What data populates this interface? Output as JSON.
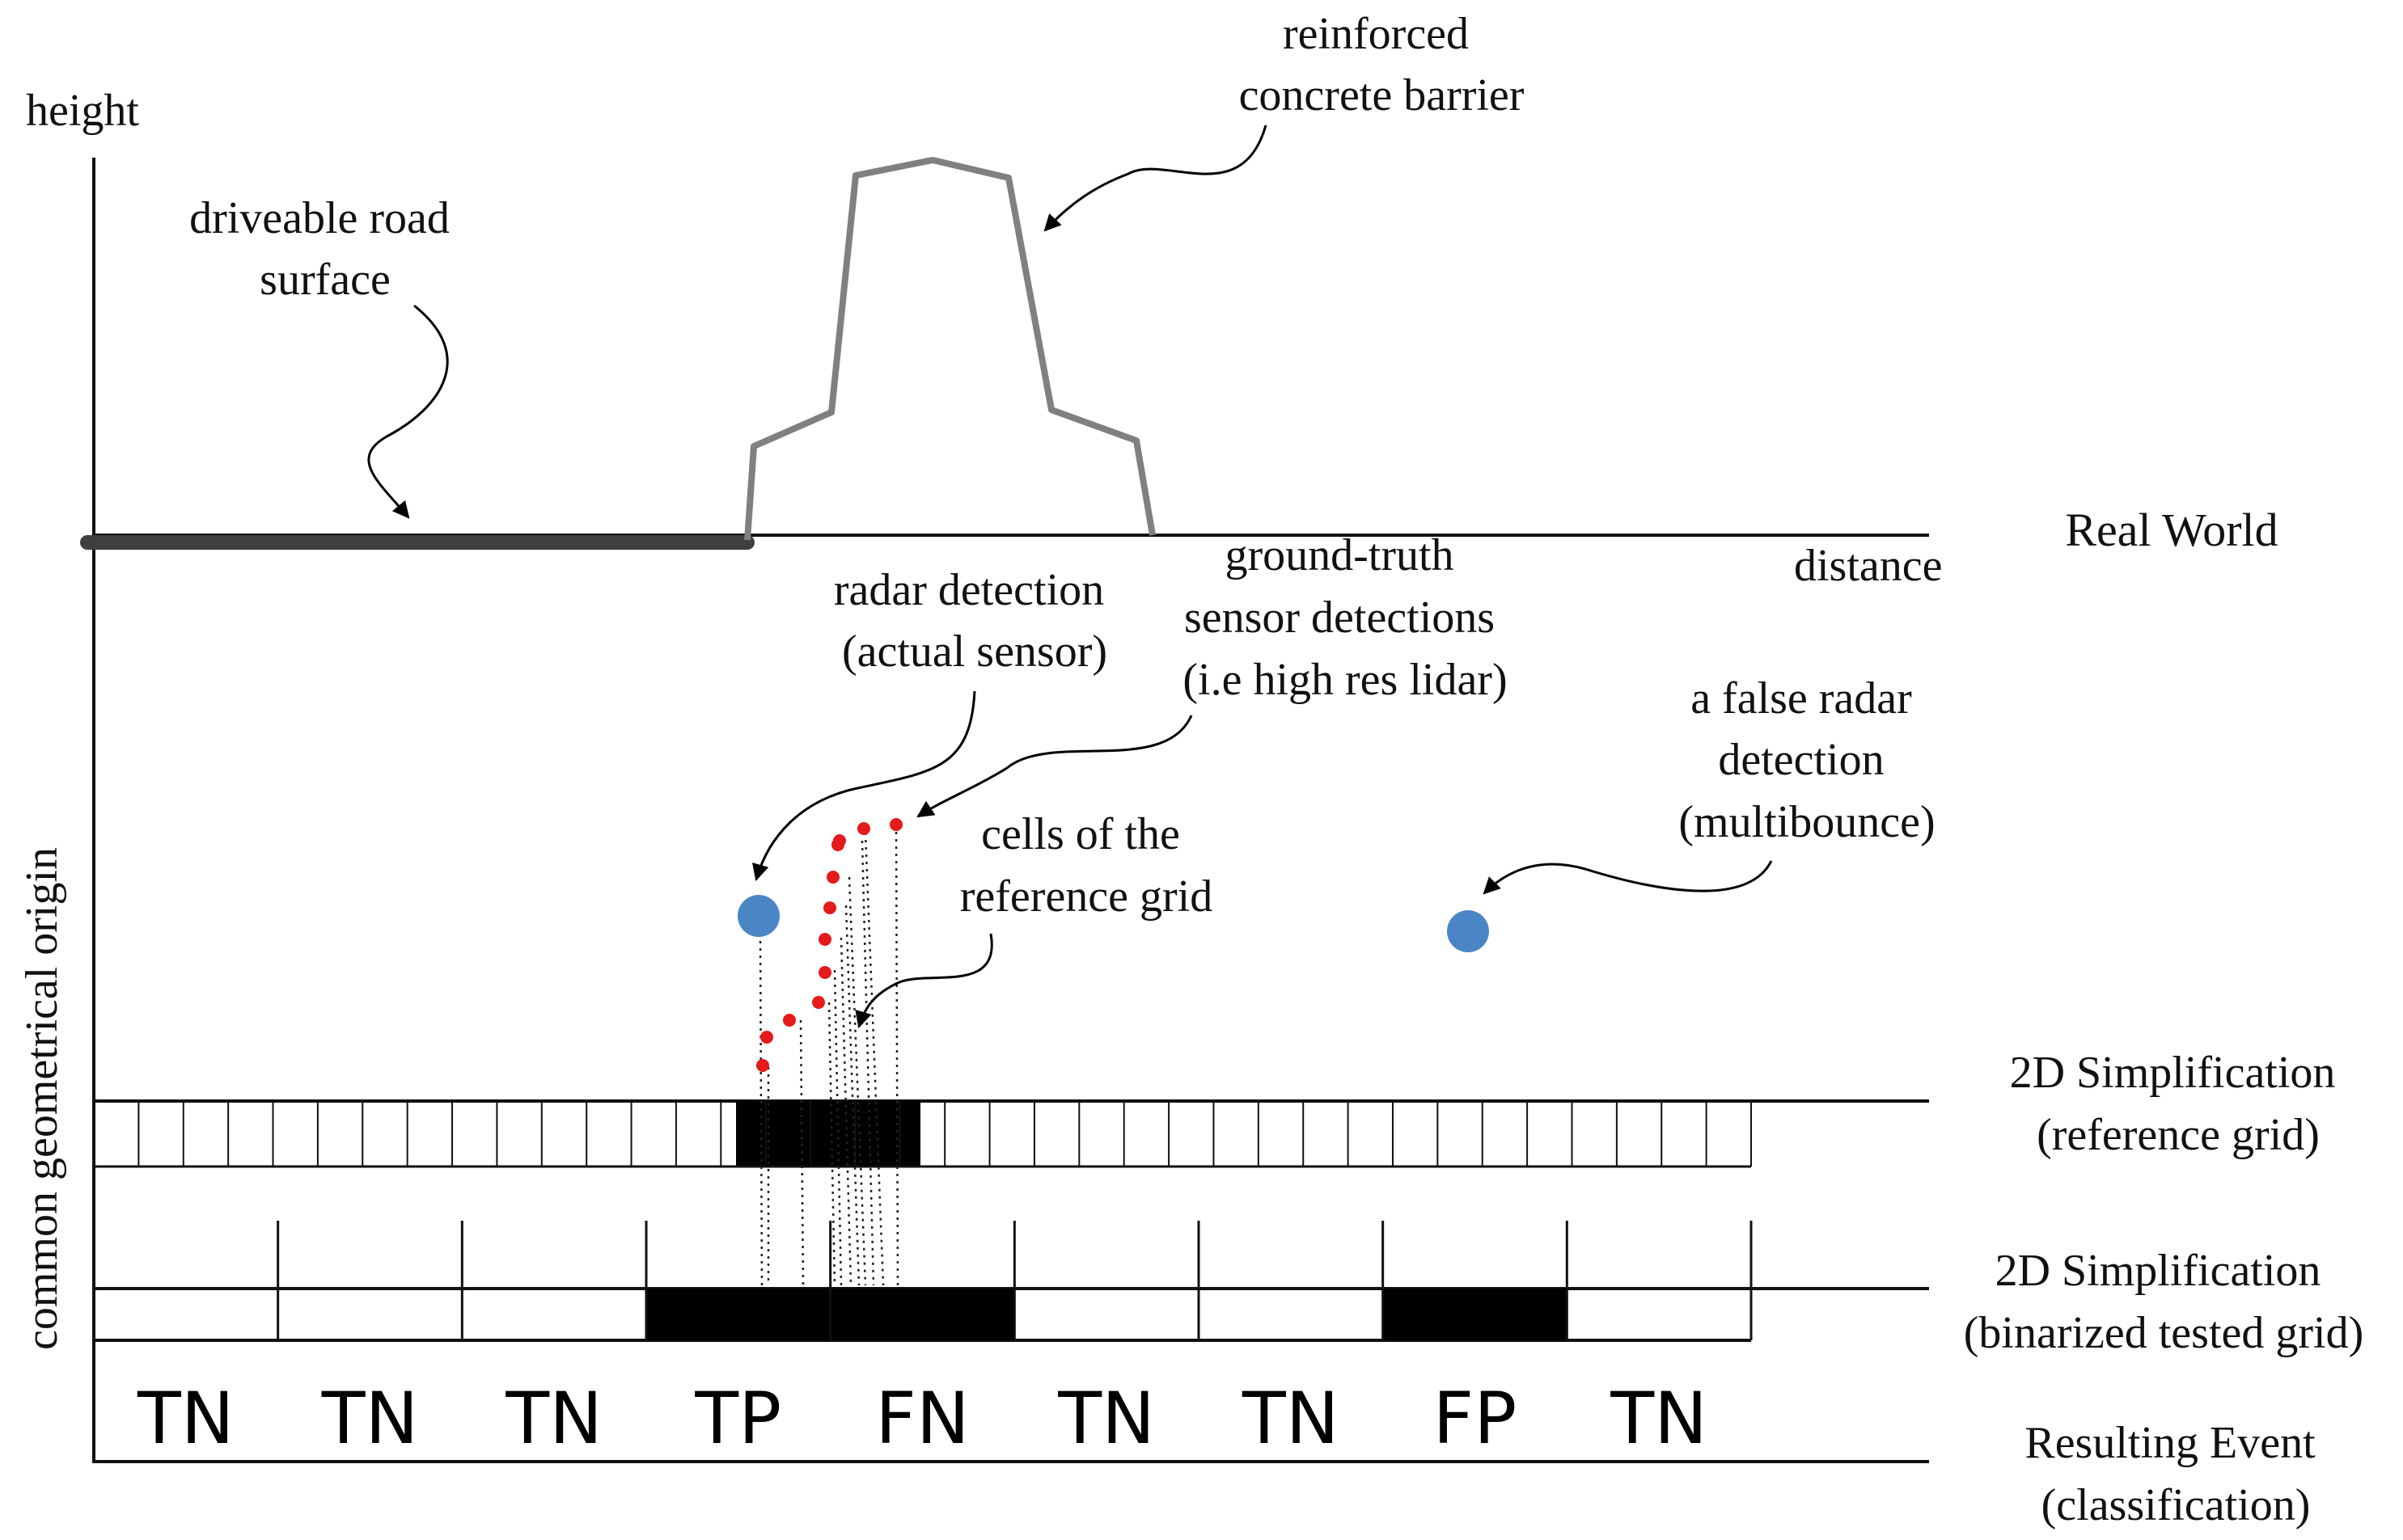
{
  "axes": {
    "height_label": "height",
    "distance_label": "distance",
    "origin_label": "common geometrical origin"
  },
  "annotations": {
    "road": [
      "driveable road",
      "surface"
    ],
    "barrier": [
      "reinforced",
      "concrete barrier"
    ],
    "radar": [
      "radar detection",
      "(actual sensor)"
    ],
    "ground_truth": [
      "ground-truth",
      "sensor detections",
      "(i.e high res lidar)"
    ],
    "false_radar": [
      "a false radar",
      "detection",
      "(multibounce)"
    ],
    "cells": [
      "cells of the",
      "reference grid"
    ]
  },
  "layers": {
    "real_world": "Real World",
    "reference_grid": [
      "2D Simplification",
      "(reference grid)"
    ],
    "tested_grid": [
      "2D Simplification",
      "(binarized tested grid)"
    ],
    "resulting_event": [
      "Resulting Event",
      "(classification)"
    ]
  },
  "classification": [
    "TN",
    "TN",
    "TN",
    "TP",
    "FN",
    "TN",
    "TN",
    "FP",
    "TN"
  ],
  "tested_grid_occupied": [
    false,
    false,
    false,
    true,
    true,
    false,
    false,
    true,
    false
  ],
  "colors": {
    "line": "#111111",
    "road": "#3f3f3f",
    "barrier": "#808080",
    "radar_point": "#4a86c5",
    "lidar_point": "#e51a1a",
    "filled_cell": "#000000"
  }
}
